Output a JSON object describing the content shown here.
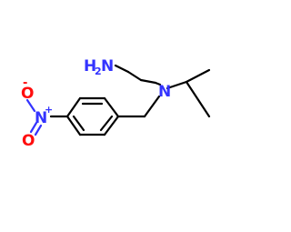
{
  "molecule": {
    "atoms": {
      "amine_h2": "H2",
      "amine_n": "N",
      "tertiary_n": "N",
      "nitro_n": "N",
      "nitro_charge_pos": "+",
      "nitro_o_left": "O",
      "nitro_charge_neg": "-",
      "nitro_o_bottom": "O"
    },
    "colors": {
      "bond": "#000000",
      "nitrogen": "#3333ff",
      "oxygen": "#ff0d0d",
      "background": "#ffffff"
    }
  }
}
